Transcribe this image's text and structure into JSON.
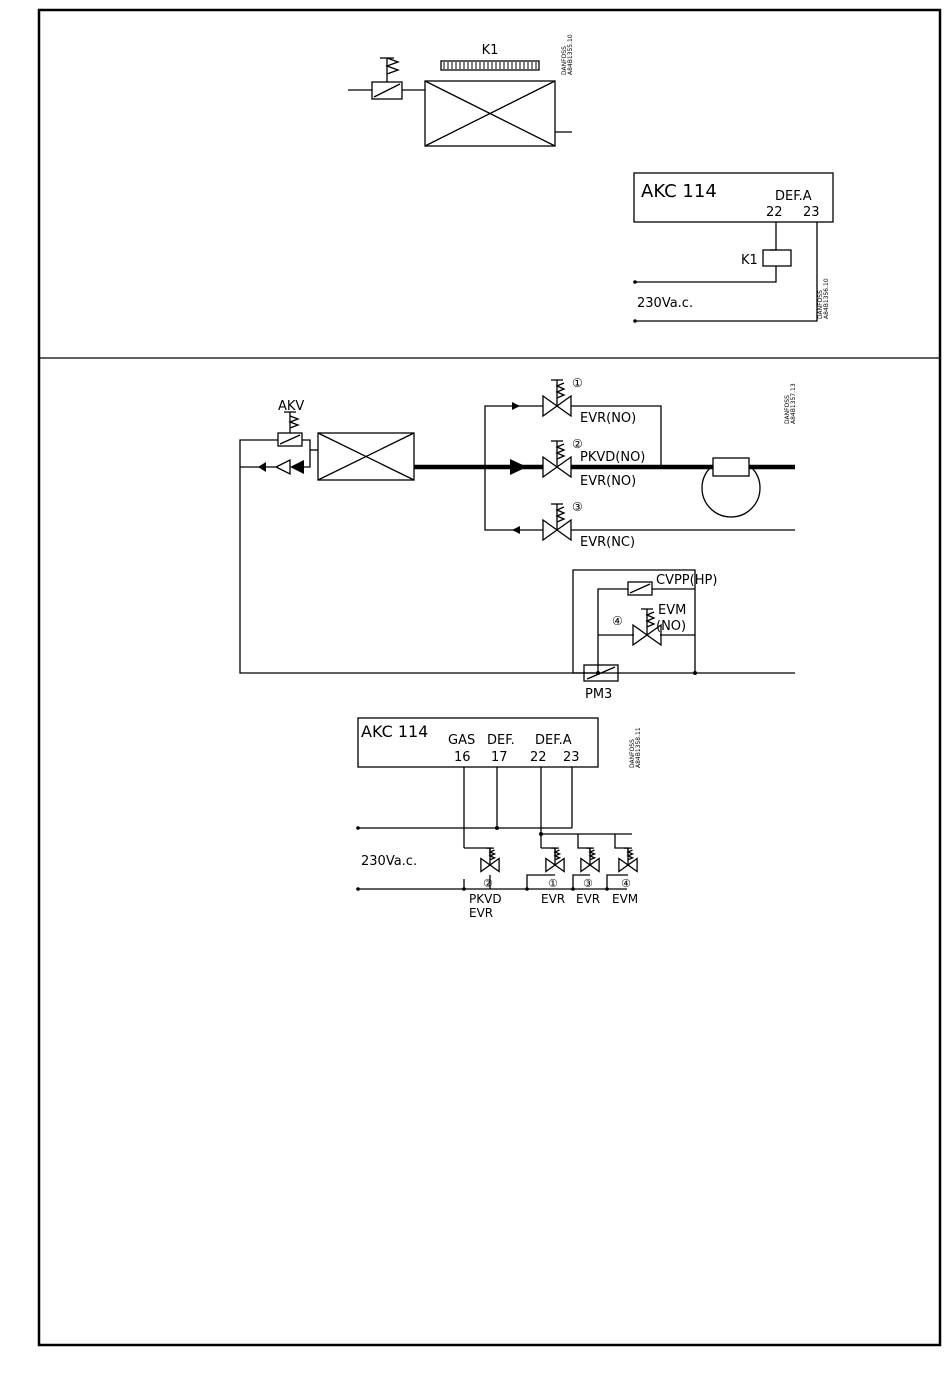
{
  "colors": {
    "ink": "#000000",
    "paper": "#ffffff"
  },
  "diagram1": {
    "relay_label": "K1",
    "ref": "DANFOSS\nA84B1355.10"
  },
  "diagram2": {
    "controller": "AKC  114",
    "def_label": "DEF.A",
    "term_22": "22",
    "term_23": "23",
    "relay_label": "K1",
    "supply": "230Va.c.",
    "ref": "DANFOSS\nA84B1356.10"
  },
  "diagram3": {
    "akv": "AKV",
    "evr_no": "EVR(NO)",
    "pkvd_no": "PKVD(NO)",
    "evr_no_2": "EVR(NO)",
    "evr_nc": "EVR(NC)",
    "cvpp": "CVPP(HP)",
    "evm": "EVM",
    "evm_no": "(NO)",
    "pm3": "PM3",
    "n1": "①",
    "n2": "②",
    "n3": "③",
    "n4": "④",
    "ref": "DANFOSS\nA84B1357.13"
  },
  "diagram4": {
    "controller": "AKC 114",
    "gas": "GAS",
    "def": "DEF.",
    "defa": "DEF.A",
    "t16": "16",
    "t17": "17",
    "t22": "22",
    "t23": "23",
    "supply": "230Va.c.",
    "n2": "②",
    "n1": "①",
    "n3": "③",
    "n4": "④",
    "pkvd": "PKVD",
    "evr_a": "EVR",
    "evr_b": "EVR",
    "evr_c": "EVR",
    "evm": "EVM",
    "ref": "DANFOSS\nA84B1358.11"
  }
}
